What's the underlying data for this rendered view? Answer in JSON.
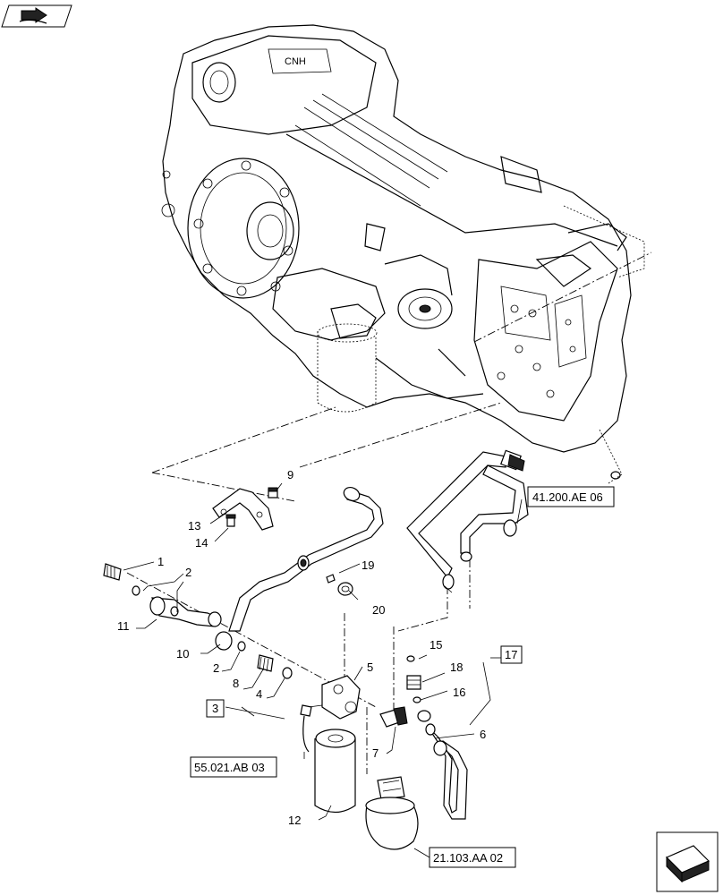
{
  "callouts": [
    {
      "id": "c1",
      "label": "1"
    },
    {
      "id": "c2a",
      "label": "2"
    },
    {
      "id": "c2b",
      "label": "2"
    },
    {
      "id": "c4",
      "label": "4"
    },
    {
      "id": "c5",
      "label": "5"
    },
    {
      "id": "c6",
      "label": "6"
    },
    {
      "id": "c7",
      "label": "7"
    },
    {
      "id": "c8",
      "label": "8"
    },
    {
      "id": "c9",
      "label": "9"
    },
    {
      "id": "c10",
      "label": "10"
    },
    {
      "id": "c11",
      "label": "11"
    },
    {
      "id": "c12",
      "label": "12"
    },
    {
      "id": "c13",
      "label": "13"
    },
    {
      "id": "c14",
      "label": "14"
    },
    {
      "id": "c15",
      "label": "15"
    },
    {
      "id": "c16",
      "label": "16"
    },
    {
      "id": "c18",
      "label": "18"
    },
    {
      "id": "c19",
      "label": "19"
    },
    {
      "id": "c20",
      "label": "20"
    }
  ],
  "boxed_callouts": {
    "kit_3": "3",
    "kit_17": "17"
  },
  "references": {
    "ref_41200": "41.200.AE 06",
    "ref_55021": "55.021.AB 03",
    "ref_21103": "21.103.AA 02"
  },
  "icons": {
    "top_left": "book-arrow-icon",
    "bottom_right": "next-page-arrow-icon"
  }
}
